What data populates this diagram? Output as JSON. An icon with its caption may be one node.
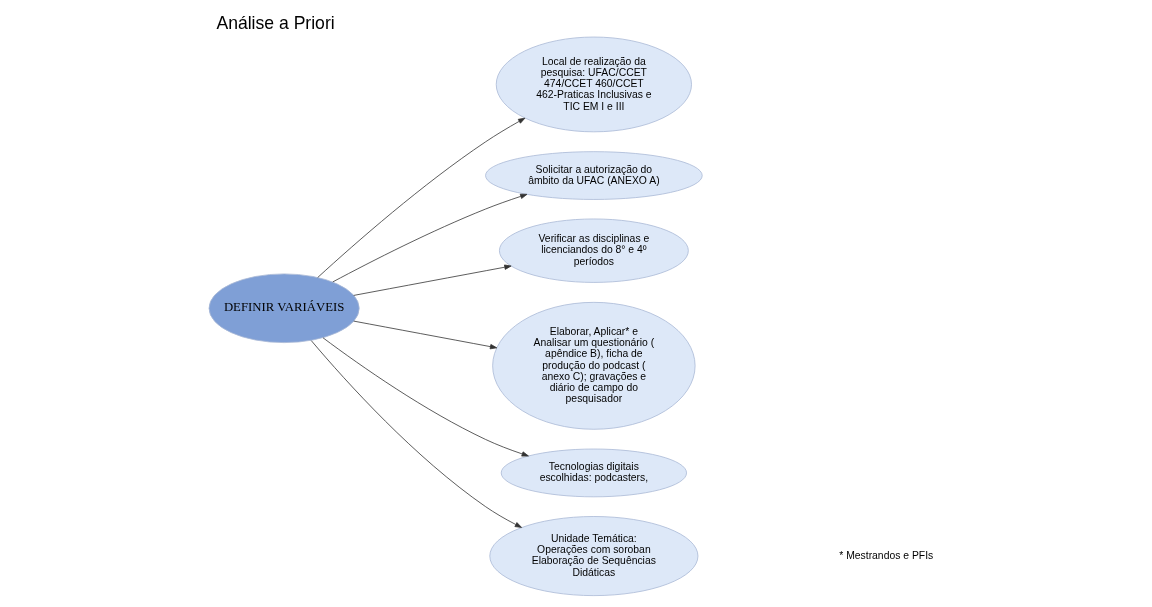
{
  "diagram": {
    "title": "Análise a Priori",
    "nodes": [
      {
        "text": [
          "DEFINIR VARIÁVEIS"
        ]
      },
      {
        "text": [
          "Local de realização da pesquisa: UFAC/CCET 474/CCET 460/CCET 462-Praticas Inclusivas e TIC EM I e III"
        ]
      },
      {
        "text": [
          "Solicitar a autorização do âmbito da UFAC (ANEXO A)"
        ]
      },
      {
        "text": [
          "Verificar as disciplinas e licenciandos do 8° e 4º períodos"
        ]
      },
      {
        "text": [
          "Elaborar, Aplicar* e Analisar um questionário ( apêndice B), ficha de produção do podcast ( anexo C); gravações e diário de campo do pesquisador"
        ]
      },
      {
        "text": [
          "Tecnologias digitais escolhidas: podcasters,"
        ]
      },
      {
        "text": [
          "Unidade Temática: Operações com soroban Elaboração de Sequências Didáticas"
        ]
      }
    ],
    "edges": [
      {
        "from": 0,
        "to": 1,
        "arrow": "to"
      },
      {
        "from": 0,
        "to": 2,
        "arrow": "to"
      },
      {
        "from": 0,
        "to": 3,
        "arrow": "to"
      },
      {
        "from": 0,
        "to": 4,
        "arrow": "to"
      },
      {
        "from": 0,
        "to": 5,
        "arrow": "to"
      },
      {
        "from": 0,
        "to": 6,
        "arrow": "to"
      }
    ],
    "labels": [
      "* Mestrandos e PFIs"
    ]
  }
}
